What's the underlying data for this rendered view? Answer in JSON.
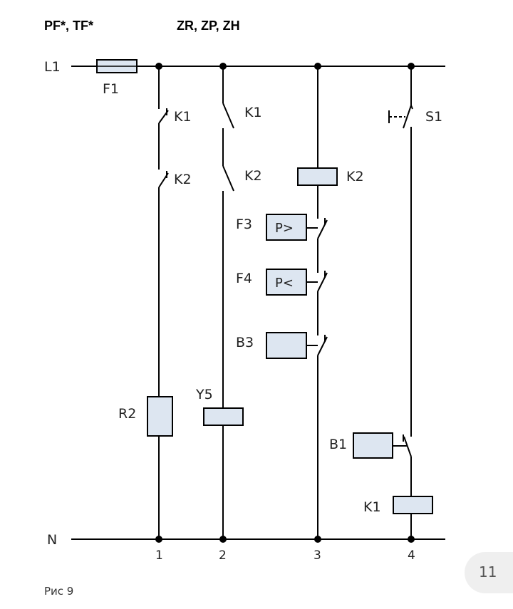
{
  "header": {
    "left": "PF*, TF*",
    "right": "ZR, ZP, ZH"
  },
  "rails": {
    "top": "L1",
    "bottom": "N"
  },
  "fuse": "F1",
  "branch1": {
    "contact1": "K1",
    "contact2": "K2",
    "resistor": "R2",
    "node": "1"
  },
  "branch2": {
    "contact1": "K1",
    "contact2": "K2",
    "coil": "Y5",
    "node": "2"
  },
  "branch3": {
    "coil": "K2",
    "sensor1_label": "F3",
    "sensor1_text": "P>",
    "sensor2_label": "F4",
    "sensor2_text": "P<",
    "sensor3_label": "B3",
    "node": "3"
  },
  "branch4": {
    "switch": "S1",
    "sensor": "B1",
    "coil": "K1",
    "node": "4"
  },
  "colors": {
    "box_fill": "#dde6f1",
    "line": "#000000"
  },
  "page_number": "11",
  "caption": "Рис 9"
}
